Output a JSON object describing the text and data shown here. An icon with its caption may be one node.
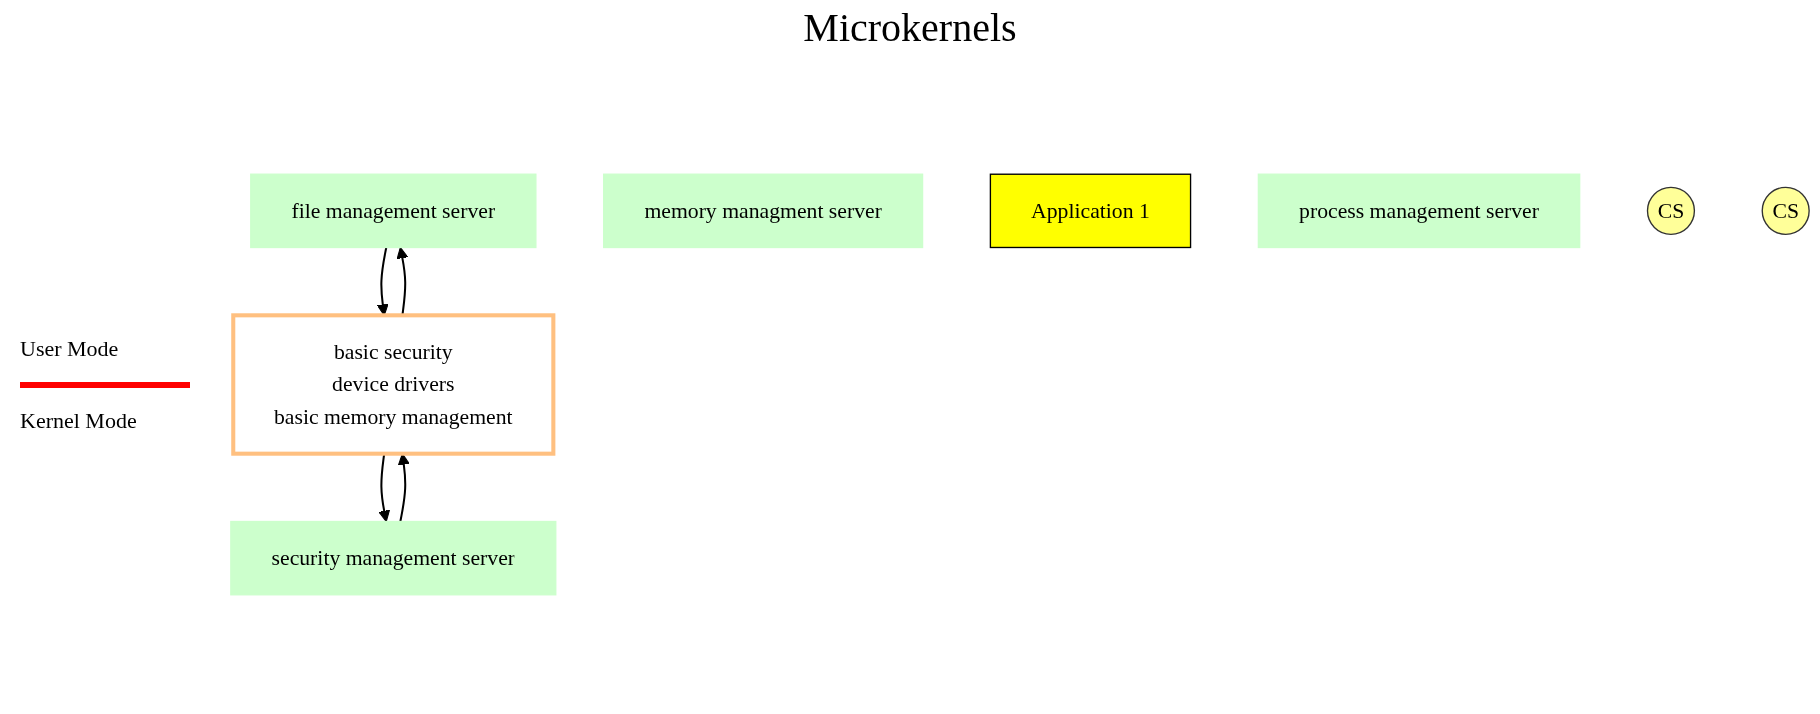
{
  "diagram": {
    "title": "Microkernels",
    "nodes": [
      {
        "text": [
          "file management server"
        ]
      },
      {
        "text": [
          "memory managment server"
        ]
      },
      {
        "text": [
          "Application 1"
        ]
      },
      {
        "text": [
          "process management server"
        ]
      },
      {
        "text": [
          "security management server"
        ]
      },
      {
        "text": [
          "CS"
        ]
      },
      {
        "text": [
          "CS"
        ]
      },
      {
        "text": [
          "basic security",
          "device drivers",
          "basic memory management"
        ]
      }
    ],
    "edges": [
      {
        "from": 0,
        "to": 7,
        "arrow": "to"
      },
      {
        "from": 7,
        "to": 0,
        "arrow": "to"
      },
      {
        "from": 7,
        "to": 4,
        "arrow": "to"
      },
      {
        "from": 4,
        "to": 7,
        "arrow": "to"
      }
    ],
    "labels": [
      "User Mode",
      "Kernel Mode"
    ]
  }
}
